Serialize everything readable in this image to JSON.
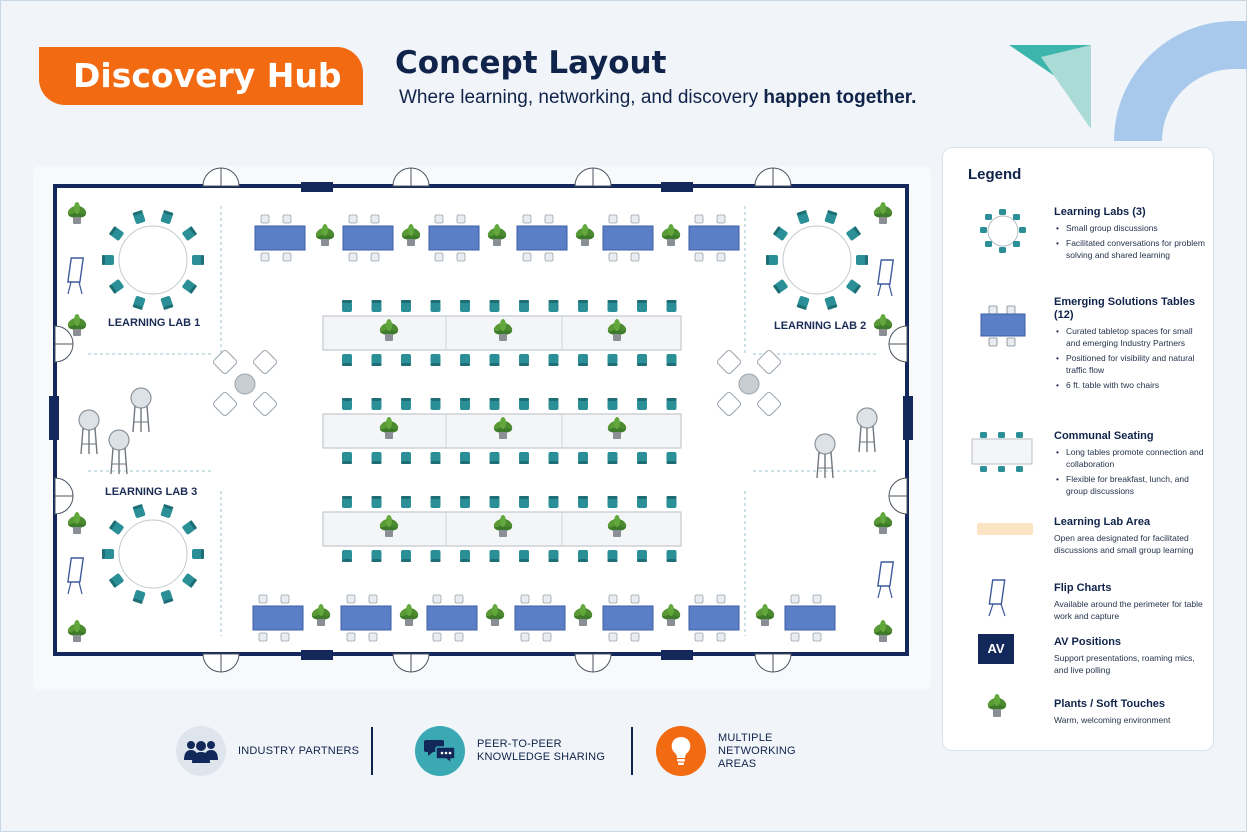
{
  "header": {
    "brand": "Discovery Hub",
    "title": "Concept Layout",
    "subtitle_regular": "Where learning, networking, and discovery",
    "subtitle_bold": "happen together."
  },
  "floor_plan": {
    "labels": {
      "lab1": "LEARNING LAB 1",
      "lab2": "LEARNING LAB 2",
      "lab3": "LEARNING LAB 3"
    }
  },
  "legend": {
    "title": "Legend",
    "items": [
      {
        "title": "Learning Labs (3)",
        "bullets": [
          "Small group discussions",
          "Facilitated conversations for problem solving and shared learning"
        ]
      },
      {
        "title": "Emerging Solutions Tables (12)",
        "bullets": [
          "Curated tabletop spaces for small and emerging Industry Partners",
          "Positioned for visibility and natural traffic flow",
          "6 ft. table with two chairs"
        ]
      },
      {
        "title": "Communal Seating",
        "bullets": [
          "Long tables promote connection and collaboration",
          "Flexible for breakfast, lunch, and group discussions"
        ]
      },
      {
        "title": "Learning Lab Area",
        "desc": "Open area designated for facilitated discussions and small group learning"
      },
      {
        "title": "Flip Charts",
        "desc": "Available around the perimeter for table work and capture"
      },
      {
        "title": "AV Positions",
        "desc": "Support presentations, roaming mics, and live polling",
        "badge": "AV"
      },
      {
        "title": "Plants / Soft Touches",
        "desc": "Warm, welcoming environment"
      }
    ]
  },
  "features": [
    {
      "label": "INDUSTRY PARTNERS",
      "icon": "people-icon"
    },
    {
      "label": "PEER-TO-PEER KNOWLEDGE SHARING",
      "icon": "chat-bubbles-icon"
    },
    {
      "label": "MULTIPLE NETWORKING AREAS",
      "icon": "lightbulb-icon"
    }
  ],
  "colors": {
    "brand_orange": "#f26a12",
    "navy": "#10234a",
    "chair_teal": "#2a8f96",
    "table_blue": "#5b7fc7",
    "lab_area": "#fbe4c4",
    "deco_teal": "#3cb5ad",
    "deco_blue": "#a9c9ec"
  }
}
